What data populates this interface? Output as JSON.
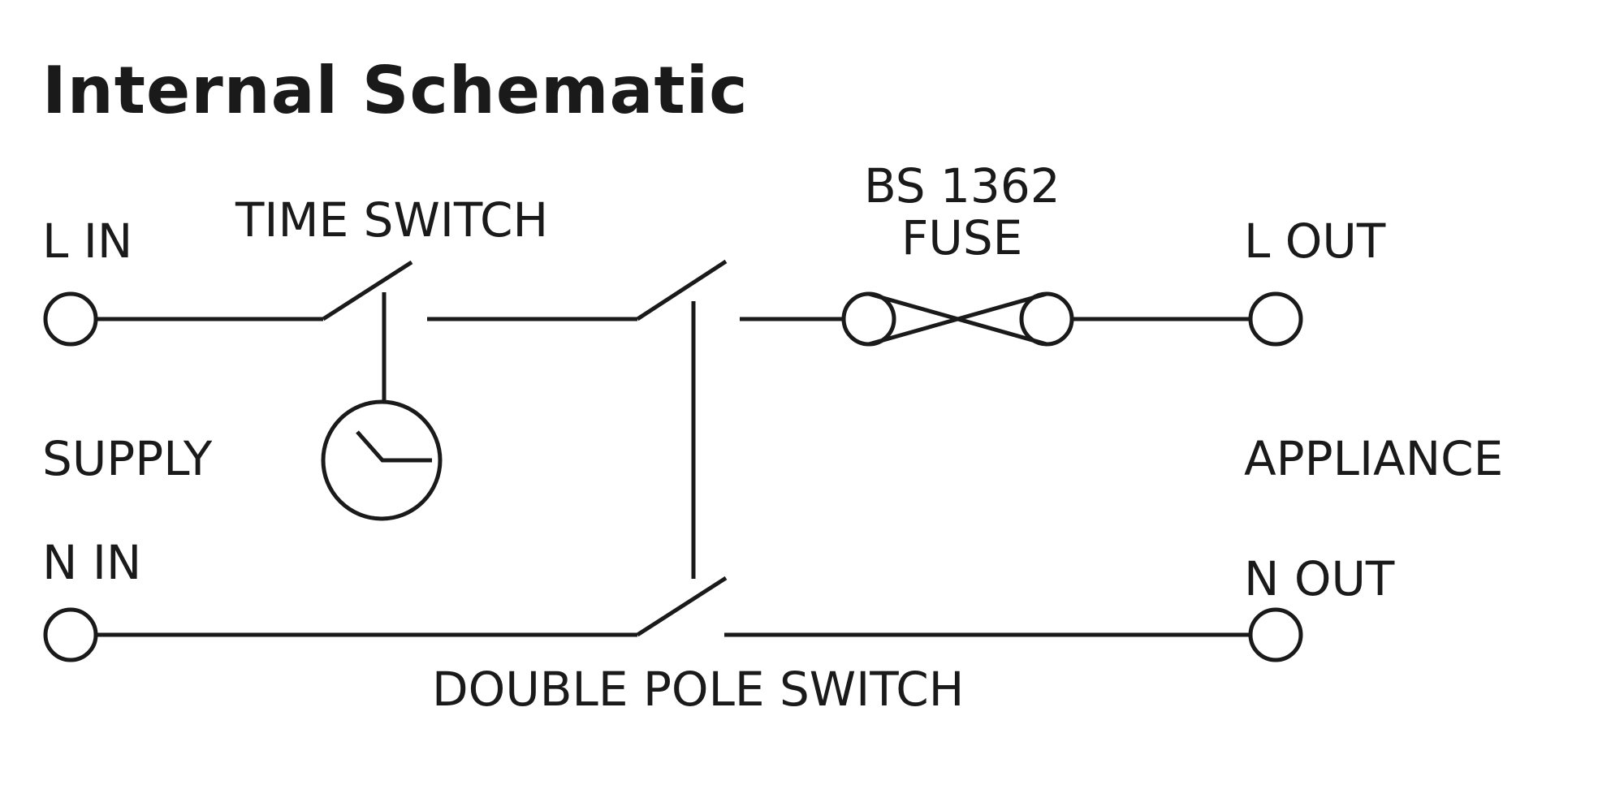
{
  "diagram": {
    "title": "Internal Schematic",
    "labels": {
      "l_in": "L IN",
      "n_in": "N IN",
      "supply": "SUPPLY",
      "time_switch": "TIME SWITCH",
      "fuse_line1": "BS 1362",
      "fuse_line2": "FUSE",
      "l_out": "L OUT",
      "n_out": "N OUT",
      "appliance": "APPLIANCE",
      "double_pole_switch": "DOUBLE POLE SWITCH"
    },
    "colors": {
      "stroke": "#1a1a1a",
      "background": "#ffffff"
    }
  }
}
